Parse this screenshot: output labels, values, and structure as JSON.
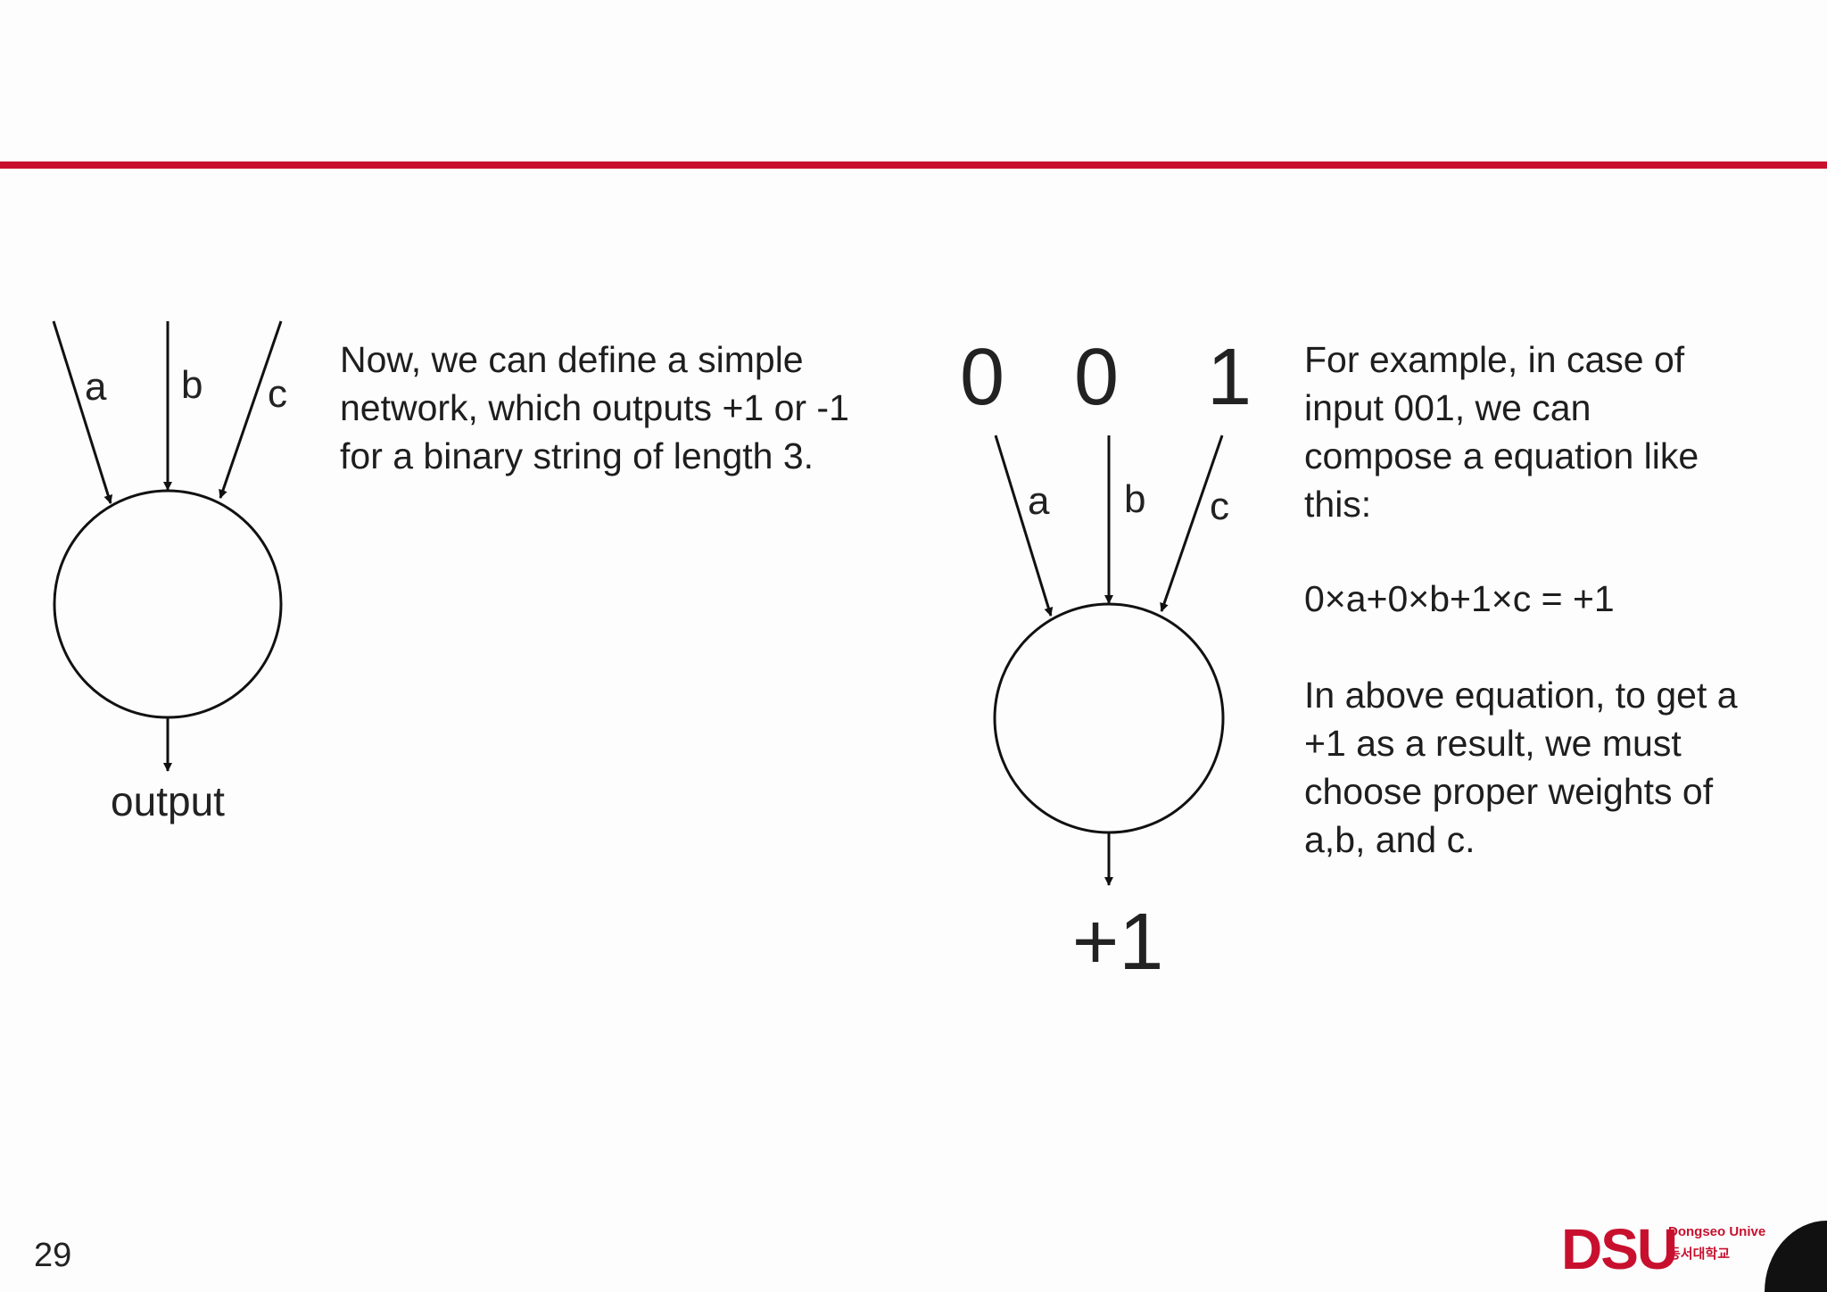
{
  "left_diagram": {
    "inputs": [
      "a",
      "b",
      "c"
    ],
    "output_label": "output"
  },
  "left_text": [
    "Now, we can define a simple",
    "network, which outputs +1 or -1",
    "for a binary string of length 3."
  ],
  "right_diagram": {
    "input_values": [
      "0",
      "0",
      "1"
    ],
    "inputs": [
      "a",
      "b",
      "c"
    ],
    "output_label": "+1"
  },
  "right_text": {
    "intro": [
      "For example, in case of",
      "input 001, we can",
      "compose a equation like",
      "this:"
    ],
    "equation": "0×a+0×b+1×c = +1",
    "conclusion": [
      "In above equation, to get a",
      "+1 as a result, we must",
      "choose proper weights of",
      "a,b, and c."
    ]
  },
  "footer": {
    "page_number": "29",
    "logo_main": "DSU",
    "logo_line1": "Dongseo Unive",
    "logo_line2": "동서대학교"
  },
  "colors": {
    "accent": "#c8102e",
    "ink": "#222222",
    "background": "#fdfdfd"
  }
}
